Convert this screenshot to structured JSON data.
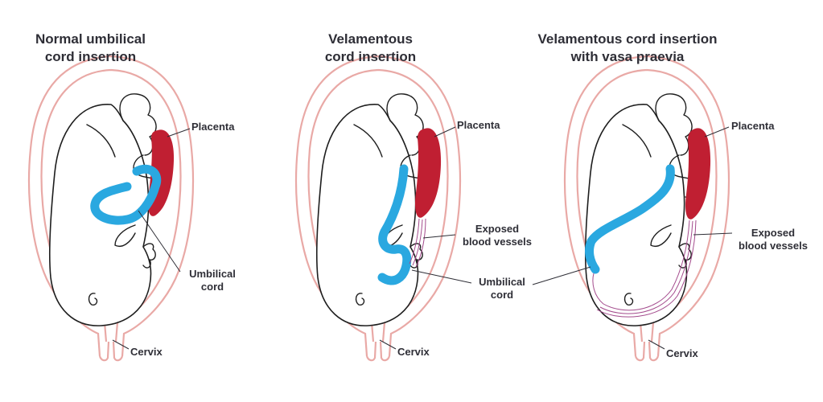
{
  "panels": [
    {
      "title_line1": "Normal umbilical",
      "title_line2": "cord insertion",
      "placenta_label": "Placenta",
      "cord_label_line1": "Umbilical",
      "cord_label_line2": "cord",
      "cervix_label": "Cervix"
    },
    {
      "title_line1": "Velamentous",
      "title_line2": "cord insertion",
      "placenta_label": "Placenta",
      "vessels_label_line1": "Exposed",
      "vessels_label_line2": "blood vessels",
      "cord_label_line1": "Umbilical",
      "cord_label_line2": "cord",
      "cervix_label": "Cervix"
    },
    {
      "title_line1": "Velamentous cord insertion",
      "title_line2": "with vasa praevia",
      "placenta_label": "Placenta",
      "vessels_label_line1": "Exposed",
      "vessels_label_line2": "blood vessels",
      "cervix_label": "Cervix"
    }
  ],
  "colors": {
    "uterus_outline": "#e9a9a6",
    "placenta": "#c01f32",
    "umbilical_cord": "#2aa8e0",
    "exposed_vessels": "#a34a8c",
    "text": "#2e2e36"
  }
}
